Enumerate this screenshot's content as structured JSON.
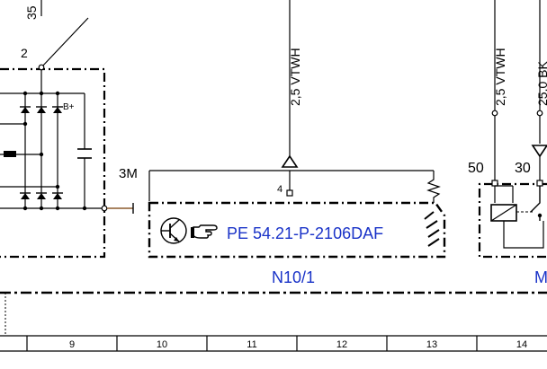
{
  "wires": {
    "w35": "35",
    "w2": "2",
    "w_bplus": "B+",
    "w_3m": "3M",
    "w_vtwh_mid": "2,5 VTWH",
    "w_vtwh_right": "2,5 VTWH",
    "w_bk": "25,0 BK",
    "pin4": "4",
    "pin50": "50",
    "pin30": "30"
  },
  "module": {
    "reference": "PE 54.21-P-2106DAF",
    "designation": "N10/1"
  },
  "right_component": {
    "designation_partial": "M"
  },
  "grid": {
    "columns": [
      "9",
      "10",
      "11",
      "12",
      "13",
      "14"
    ]
  },
  "colors": {
    "line": "#000000",
    "reference_text": "#1a33c8",
    "designation_text": "#1a33c8",
    "brown_wire": "#8b5a2b"
  },
  "icons": {
    "transistor": "transistor-symbol-icon",
    "pointing_hand": "pointing-hand-icon"
  }
}
